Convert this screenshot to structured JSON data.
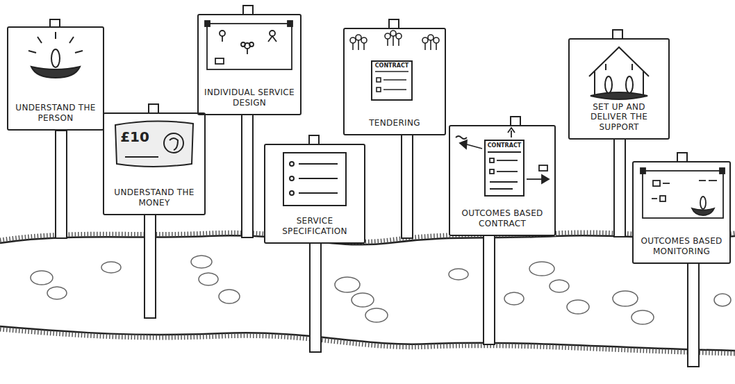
{
  "diagram": {
    "nodes": [
      {
        "text": [
          "UNDERSTAND THE PERSON"
        ]
      },
      {
        "text": [
          "UNDERSTAND THE MONEY"
        ]
      },
      {
        "text": [
          "INDIVIDUAL SERVICE DESIGN"
        ]
      },
      {
        "text": [
          "SERVICE SPECIFICATION"
        ]
      },
      {
        "text": [
          "TENDERING"
        ]
      },
      {
        "text": [
          "OUTCOMES BASED CONTRACT"
        ]
      },
      {
        "text": [
          "SET UP AND DELIVER THE SUPPORT"
        ]
      },
      {
        "text": [
          "OUTCOMES BASED MONITORING"
        ]
      }
    ],
    "labels": [
      "£10",
      "CONTRACT",
      "CONTRACT"
    ]
  }
}
